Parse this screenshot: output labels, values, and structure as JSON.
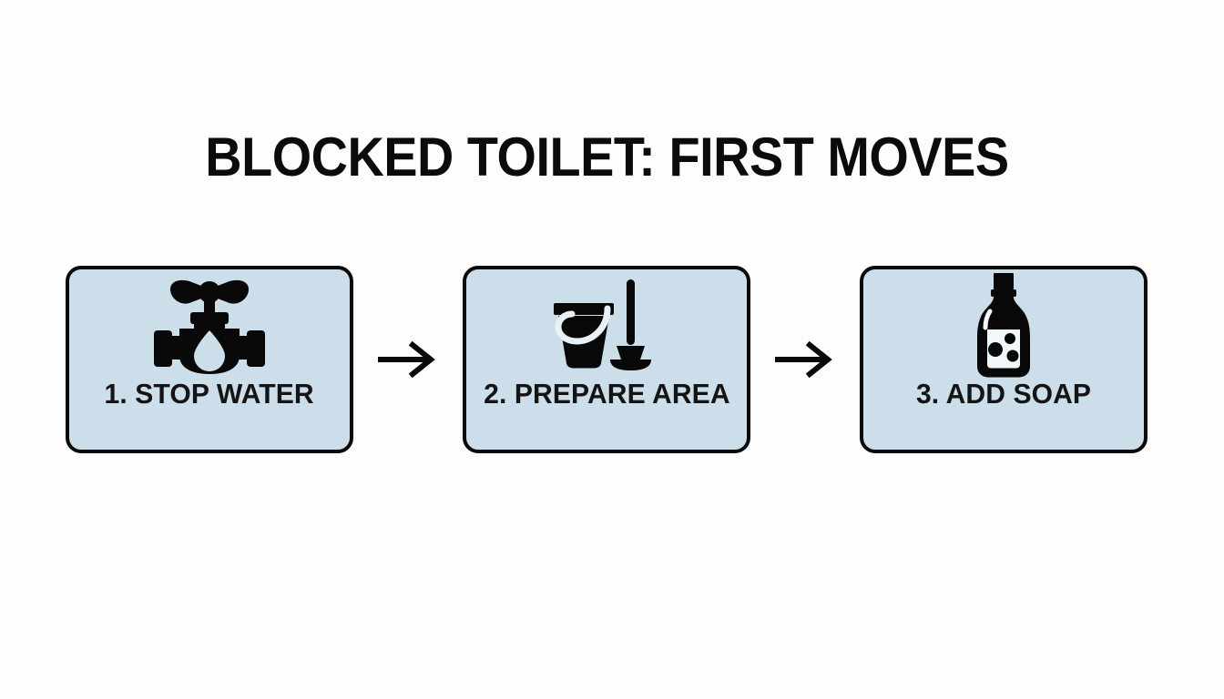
{
  "page": {
    "title": "BLOCKED TOILET: FIRST MOVES",
    "background_color": "#fdfdfd",
    "card_fill_color": "#cddeeb",
    "card_border_color": "#0a0a0a",
    "text_color": "#141414"
  },
  "flow": {
    "arrow_symbol": "→",
    "steps": [
      {
        "number": "1.",
        "label": "1. STOP WATER",
        "icon": "water-valve-icon"
      },
      {
        "number": "2.",
        "label": "2. PREPARE AREA",
        "icon": "bucket-and-plunger-icon"
      },
      {
        "number": "3.",
        "label": "3. ADD SOAP",
        "icon": "soap-bottle-icon"
      }
    ]
  }
}
